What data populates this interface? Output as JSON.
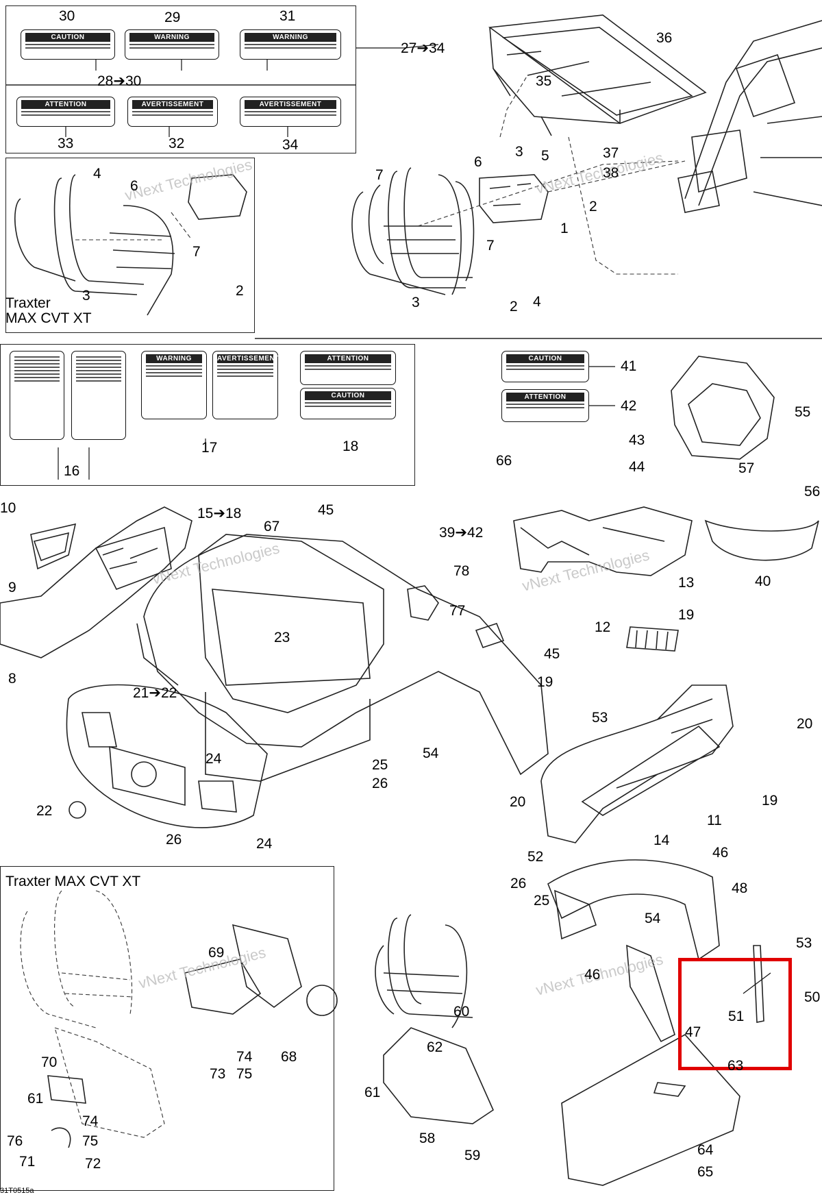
{
  "title_labels": {
    "traxter_top": "Traxter\nMAX CVT XT",
    "traxter_bottom": "Traxter MAX CVT XT",
    "ref_code": "31T0515a"
  },
  "watermark": "vNext Technologies",
  "decals": {
    "d30": {
      "title": "CAUTION"
    },
    "d29": {
      "title": "WARNING"
    },
    "d31": {
      "title": "WARNING"
    },
    "d33": {
      "title": "ATTENTION"
    },
    "d32": {
      "title": "AVERTISSEMENT"
    },
    "d34": {
      "title": "AVERTISSEMENT"
    },
    "d41": {
      "title": "CAUTION"
    },
    "d42": {
      "title": "ATTENTION"
    },
    "d17a": {
      "title": "WARNING"
    },
    "d17b": {
      "title": "AVERTISSEMENT"
    },
    "d18a": {
      "title": "ATTENTION"
    },
    "d18b": {
      "title": "CAUTION"
    }
  },
  "callouts": {
    "c30": "30",
    "c29": "29",
    "c31": "31",
    "c28": "28➔30",
    "c33": "33",
    "c32": "32",
    "c34": "34",
    "c27": "27➔34",
    "c36": "36",
    "c35": "35",
    "c5": "5",
    "c37": "37",
    "c38": "38",
    "c4a": "4",
    "c6a": "6",
    "c7a": "7",
    "c3a": "3",
    "c2a": "2",
    "c7b": "7",
    "c6b": "6",
    "c3b": "3",
    "c2b": "2",
    "c1": "1",
    "c7c": "7",
    "c3c": "3",
    "c2c": "2",
    "c4b": "4",
    "c16": "16",
    "c17": "17",
    "c18": "18",
    "c41": "41",
    "c42": "42",
    "c55": "55",
    "c43": "43",
    "c66": "66",
    "c44": "44",
    "c57": "57",
    "c56": "56",
    "c39": "39➔42",
    "c40": "40",
    "c10": "10",
    "c15": "15➔18",
    "c67": "67",
    "c45a": "45",
    "c9": "9",
    "c8": "8",
    "c78": "78",
    "c77": "77",
    "c13": "13",
    "c12": "12",
    "c45b": "45",
    "c19a": "19",
    "c23": "23",
    "c21": "21➔22",
    "c19b": "19",
    "c53a": "53",
    "c20a": "20",
    "c24a": "24",
    "c25a": "25",
    "c26a": "26",
    "c54a": "54",
    "c22": "22",
    "c26b": "26",
    "c24b": "24",
    "c20b": "20",
    "c19c": "19",
    "c11": "11",
    "c52": "52",
    "c14": "14",
    "c46a": "46",
    "c26c": "26",
    "c25b": "25",
    "c48": "48",
    "c54b": "54",
    "c53b": "53",
    "c69": "69",
    "c46b": "46",
    "c50": "50",
    "c51": "51",
    "c47": "47",
    "c63": "63",
    "c60": "60",
    "c62": "62",
    "c74a": "74",
    "c68": "68",
    "c73": "73",
    "c75a": "75",
    "c70": "70",
    "c61a": "61",
    "c74b": "74",
    "c75b": "75",
    "c76": "76",
    "c71": "71",
    "c72": "72",
    "c61b": "61",
    "c58": "58",
    "c59": "59",
    "c64": "64",
    "c65": "65"
  }
}
